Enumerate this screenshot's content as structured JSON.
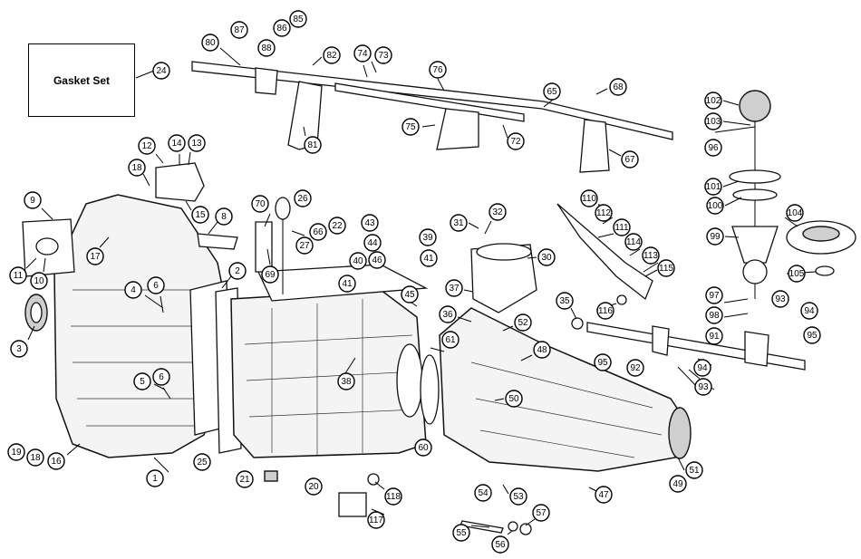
{
  "diagram": {
    "box_label": "Gasket Set",
    "callouts": [
      "1",
      "2",
      "3",
      "4",
      "5",
      "6",
      "6",
      "8",
      "9",
      "10",
      "11",
      "12",
      "13",
      "14",
      "15",
      "16",
      "17",
      "18",
      "18",
      "19",
      "20",
      "21",
      "22",
      "24",
      "25",
      "26",
      "27",
      "30",
      "31",
      "32",
      "35",
      "36",
      "37",
      "38",
      "39",
      "40",
      "41",
      "41",
      "43",
      "44",
      "45",
      "46",
      "47",
      "48",
      "49",
      "50",
      "51",
      "52",
      "53",
      "54",
      "55",
      "56",
      "57",
      "60",
      "61",
      "65",
      "66",
      "67",
      "68",
      "69",
      "70",
      "72",
      "73",
      "74",
      "75",
      "76",
      "80",
      "81",
      "82",
      "85",
      "86",
      "87",
      "88",
      "91",
      "92",
      "93",
      "93",
      "94",
      "94",
      "95",
      "95",
      "96",
      "97",
      "98",
      "99",
      "100",
      "101",
      "102",
      "103",
      "104",
      "105",
      "110",
      "111",
      "112",
      "113",
      "114",
      "115",
      "116",
      "117",
      "118"
    ]
  }
}
